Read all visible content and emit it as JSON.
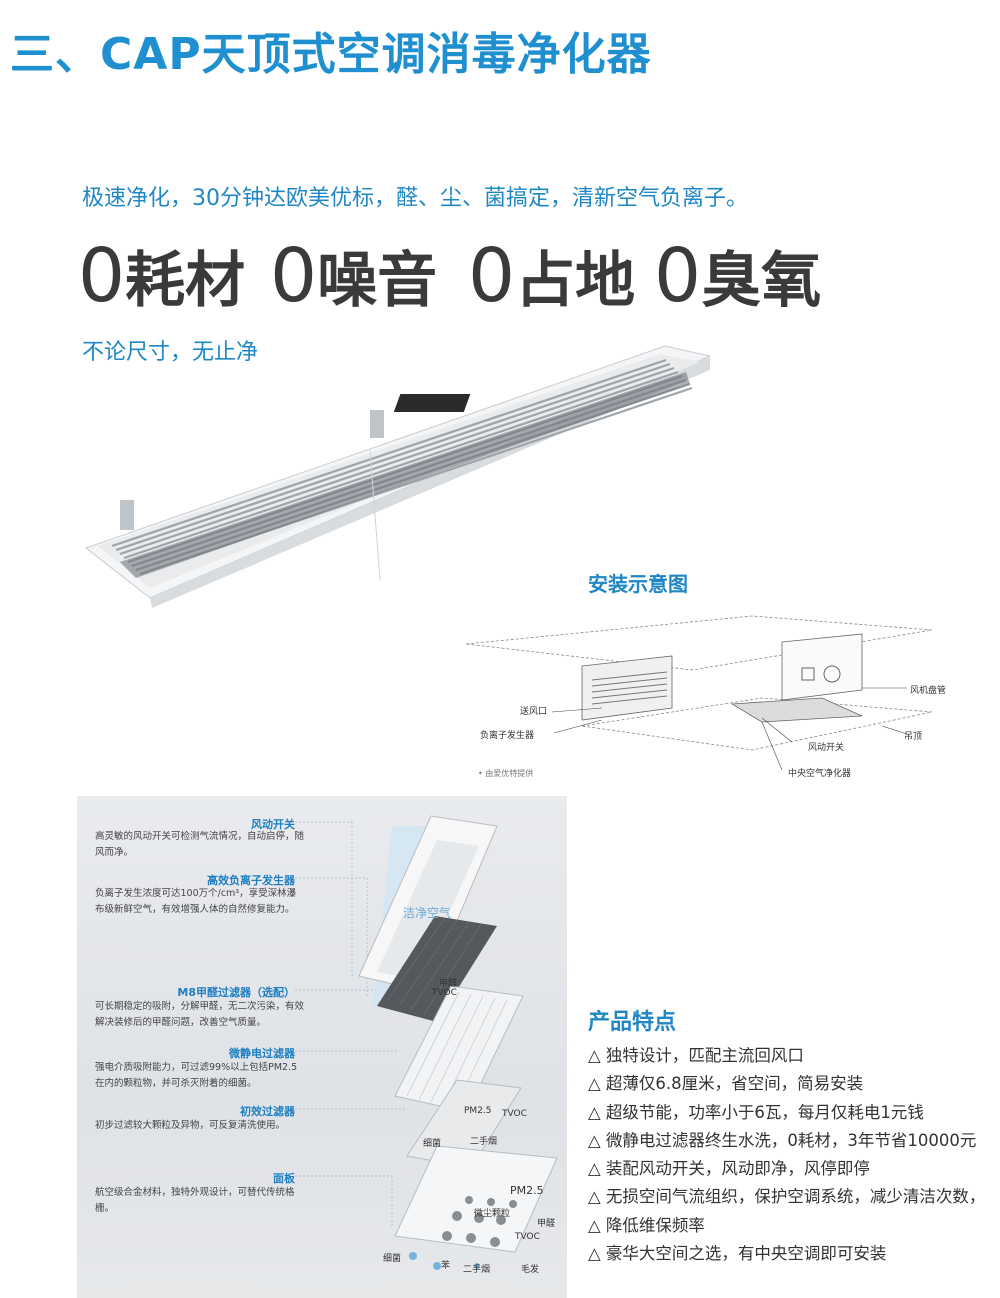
{
  "title": "三、CAP天顶式空调消毒净化器",
  "tagline": "极速净化，30分钟达欧美优标，醛、尘、菌搞定，清新空气负离子。",
  "zeros": [
    {
      "num": "0",
      "label": "耗材"
    },
    {
      "num": "0",
      "label": "噪音"
    },
    {
      "num": "0",
      "label": "占地"
    },
    {
      "num": "0",
      "label": "臭氧"
    }
  ],
  "subtitle": "不论尺寸，无止净",
  "install": {
    "title": "安装示意图",
    "labels": {
      "air_outlet": "送风口",
      "ion_generator": "负离子发生器",
      "fan_duct": "风机盘管",
      "wind_switch": "风动开关",
      "ceiling": "吊顶",
      "central_purifier": "中央空气净化器"
    },
    "note": "• 由爱优特提供"
  },
  "panel": {
    "features": [
      {
        "title": "风动开关",
        "desc": "高灵敏的风动开关可检测气流情况，自动启停，随风而净。"
      },
      {
        "title": "高效负离子发生器",
        "desc": "负离子发生浓度可达100万个/cm³，享受深林瀑布级新鲜空气，有效增强人体的自然修复能力。"
      },
      {
        "title": "M8甲醛过滤器（选配）",
        "desc": "可长期稳定的吸附，分解甲醛，无二次污染，有效解决装修后的甲醛问题，改善空气质量。"
      },
      {
        "title": "微静电过滤器",
        "desc": "强电介质吸附能力，可过滤99%以上包括PM2.5在内的颗粒物，并可杀灭附着的细菌。"
      },
      {
        "title": "初效过滤器",
        "desc": "初步过滤较大颗粒及异物，可反复清洗使用。"
      },
      {
        "title": "面板",
        "desc": "航空级合金材料，独特外观设计，可替代传统格栅。"
      }
    ],
    "clean_air": "洁净空气",
    "particles": {
      "formaldehyde": "甲醛",
      "tvoc": "TVOC",
      "pm25": "PM2.5",
      "bacteria": "细菌",
      "smoke": "二手烟",
      "dust": "微尘颗粒",
      "benzene": "苯",
      "hair": "毛发"
    }
  },
  "features_block": {
    "title": "产品特点",
    "items": [
      "△ 独特设计，匹配主流回风口",
      "△ 超薄仅6.8厘米，省空间，简易安装",
      "△ 超级节能，功率小于6瓦，每月仅耗电1元钱",
      "△ 微静电过滤器终生水洗，0耗材，3年节省10000元",
      "△ 装配风动开关，风动即净，风停即停",
      "△ 无损空间气流组织，保护空调系统，减少清洁次数，",
      "△ 降低维保频率",
      "△ 豪华大空间之选，有中央空调即可安装"
    ]
  },
  "colors": {
    "accent": "#1f87c6",
    "heading": "#1f8fd0",
    "dark_text": "#3a3a3a"
  }
}
